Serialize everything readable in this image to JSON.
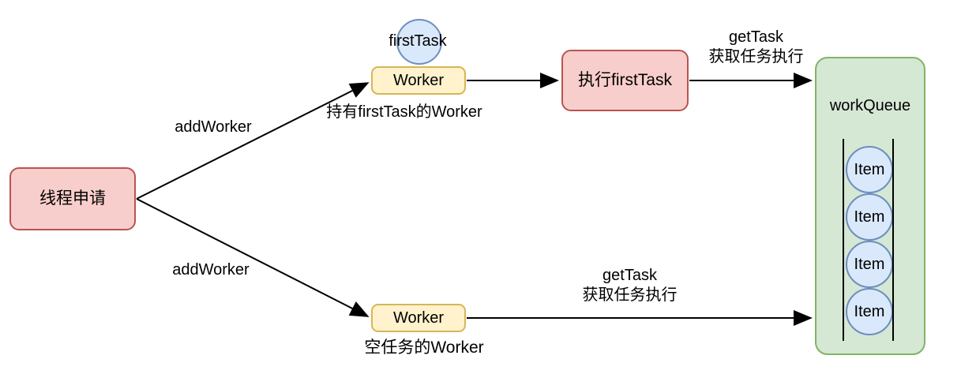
{
  "diagram": {
    "type": "flow-diagram",
    "topic": "thread pool worker flow"
  },
  "palette": {
    "red_fill": "#f8cecc",
    "red_stroke": "#b85450",
    "yellow_fill": "#fff2cc",
    "yellow_stroke": "#d6b656",
    "green_fill": "#d5e8d4",
    "green_stroke": "#82b366",
    "blue_fill": "#dae8fc",
    "blue_stroke": "#6c8ebf",
    "arrow": "#000000",
    "text": "#000000"
  },
  "nodes": {
    "thread_request": {
      "label": "线程申请"
    },
    "first_task": {
      "label": "firstTask"
    },
    "worker_top": {
      "label": "Worker",
      "caption": "持有firstTask的Worker"
    },
    "exec_first_task": {
      "label": "执行firstTask"
    },
    "worker_bottom": {
      "label": "Worker",
      "caption": "空任务的Worker"
    },
    "work_queue": {
      "title": "workQueue",
      "items": [
        {
          "label": "Item"
        },
        {
          "label": "Item"
        },
        {
          "label": "Item"
        },
        {
          "label": "Item"
        }
      ]
    }
  },
  "edges": {
    "add_worker_top": {
      "label": "addWorker"
    },
    "add_worker_bottom": {
      "label": "addWorker"
    },
    "get_task_top": {
      "line1": "getTask",
      "line2": "获取任务执行"
    },
    "get_task_bottom": {
      "line1": "getTask",
      "line2": "获取任务执行"
    }
  }
}
